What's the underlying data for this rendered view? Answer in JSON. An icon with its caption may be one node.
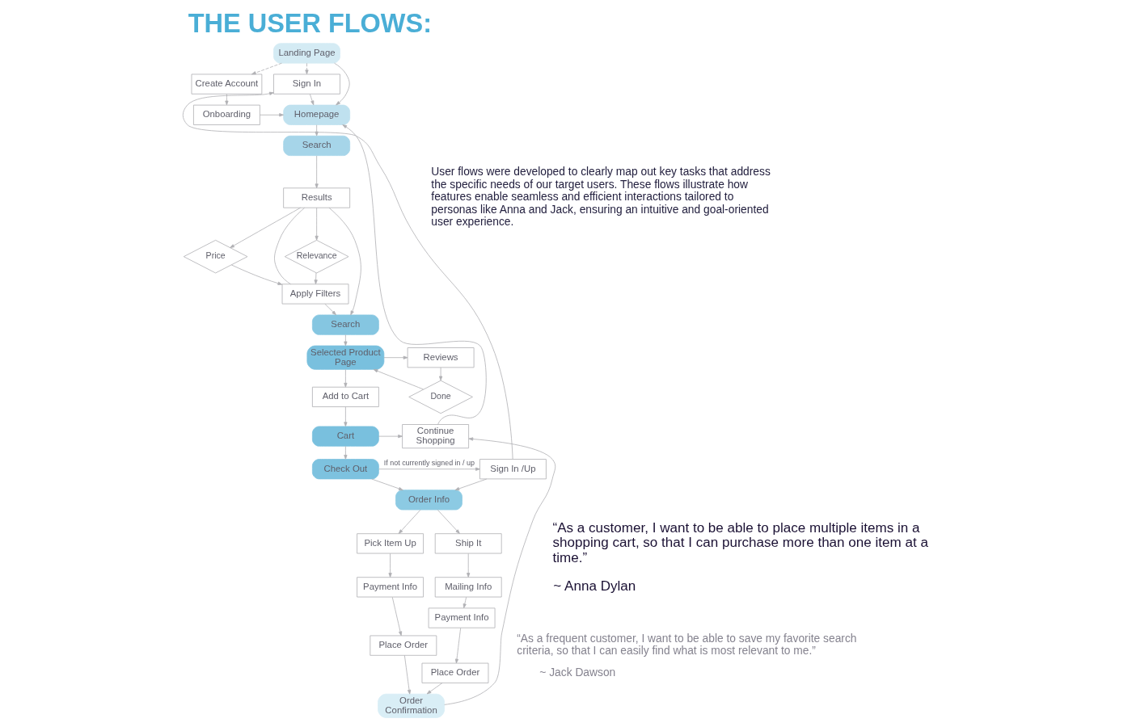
{
  "diagram": {
    "title": "THE USER FLOWS:",
    "nodes": [
      {
        "text": [
          "Sign In"
        ]
      },
      {
        "text": [
          "Landing Page"
        ]
      },
      {
        "text": [
          "Create Account"
        ]
      },
      {
        "text": [
          "Homepage"
        ]
      },
      {
        "text": [
          "Onboarding"
        ]
      },
      {
        "text": [
          "Search"
        ]
      },
      {
        "text": [
          "Price"
        ]
      },
      {
        "text": [
          "Apply Filters"
        ]
      },
      {
        "text": [
          "Results"
        ]
      },
      {
        "text": [
          "Relevance"
        ]
      },
      {
        "text": [
          "Search"
        ]
      },
      {
        "text": [
          "Selected Product Page"
        ]
      },
      {
        "text": [
          "Reviews"
        ]
      },
      {
        "text": [
          "Done"
        ]
      },
      {
        "text": [
          "Add to Cart"
        ]
      },
      {
        "text": [
          "Cart"
        ]
      },
      {
        "text": [
          "Continue Shopping"
        ]
      },
      {
        "text": [
          "Sign In /Up"
        ]
      },
      {
        "text": [
          "Check Out"
        ]
      },
      {
        "text": [
          "Order Info"
        ]
      },
      {
        "text": [
          "Pick Item Up"
        ]
      },
      {
        "text": [
          "Ship It"
        ]
      },
      {
        "text": [
          "Payment Info"
        ]
      },
      {
        "text": [
          "Mailing Info"
        ]
      },
      {
        "text": [
          "Place Order"
        ]
      },
      {
        "text": [
          "Payment Info"
        ]
      },
      {
        "text": [
          "Place Order"
        ]
      },
      {
        "text": [
          "Order Confirmation"
        ]
      }
    ],
    "edges": [
      {
        "from": 1,
        "to": 0,
        "arrow": "to",
        "style": "dashed"
      },
      {
        "from": 1,
        "to": 2,
        "arrow": "to",
        "style": "dashed"
      },
      {
        "from": 0,
        "to": 3,
        "arrow": "to"
      },
      {
        "from": 1,
        "to": 3,
        "arrow": "to"
      },
      {
        "from": 2,
        "to": 4,
        "arrow": "to"
      },
      {
        "from": 4,
        "to": 3,
        "arrow": "to"
      },
      {
        "from": 3,
        "to": 5,
        "arrow": "to"
      },
      {
        "from": 5,
        "to": 8,
        "arrow": "to"
      },
      {
        "from": 8,
        "to": 6,
        "arrow": "to"
      },
      {
        "from": 8,
        "to": 9,
        "arrow": "to"
      },
      {
        "from": 8,
        "to": 7,
        "arrow": "none"
      },
      {
        "from": 6,
        "to": 7,
        "arrow": "to"
      },
      {
        "from": 9,
        "to": 7,
        "arrow": "to"
      },
      {
        "from": 7,
        "to": 10,
        "arrow": "to"
      },
      {
        "from": 8,
        "to": 10,
        "arrow": "to"
      },
      {
        "from": 10,
        "to": 11,
        "arrow": "to"
      },
      {
        "from": 11,
        "to": 12,
        "arrow": "to"
      },
      {
        "from": 12,
        "to": 13,
        "arrow": "to"
      },
      {
        "from": 13,
        "to": 11,
        "arrow": "to"
      },
      {
        "from": 11,
        "to": 14,
        "arrow": "to"
      },
      {
        "from": 14,
        "to": 15,
        "arrow": "to"
      },
      {
        "from": 15,
        "to": 16,
        "arrow": "to"
      },
      {
        "from": 16,
        "to": 3,
        "arrow": "to"
      },
      {
        "from": 15,
        "to": 18,
        "arrow": "to"
      },
      {
        "from": 18,
        "to": 17,
        "arrow": "to",
        "label": "If not currently signed in / up"
      },
      {
        "from": 17,
        "to": 0,
        "arrow": "to"
      },
      {
        "from": 17,
        "to": 19,
        "arrow": "to"
      },
      {
        "from": 18,
        "to": 19,
        "arrow": "to"
      },
      {
        "from": 19,
        "to": 20,
        "arrow": "to"
      },
      {
        "from": 19,
        "to": 21,
        "arrow": "to"
      },
      {
        "from": 20,
        "to": 22,
        "arrow": "to"
      },
      {
        "from": 22,
        "to": 24,
        "arrow": "to"
      },
      {
        "from": 24,
        "to": 27,
        "arrow": "to"
      },
      {
        "from": 21,
        "to": 23,
        "arrow": "to"
      },
      {
        "from": 23,
        "to": 25,
        "arrow": "to"
      },
      {
        "from": 25,
        "to": 26,
        "arrow": "to"
      },
      {
        "from": 26,
        "to": 27,
        "arrow": "to"
      },
      {
        "from": 27,
        "to": 16,
        "arrow": "to"
      }
    ],
    "labels": [
      "User flows were developed to clearly map out key tasks that address the specific needs of our target users. These flows illustrate how features enable seamless and efficient interactions tailored to personas like Anna and Jack, ensuring an intuitive and goal-oriented user experience.",
      "“As a customer, I want to be able to place multiple items in a shopping cart, so that I can purchase more than one item at a time.”",
      "~ Anna Dylan",
      "“As a frequent customer, I want to be able to save my favorite search criteria, so that I can easily find what is most relevant to me.”",
      "~ Jack Dawson"
    ]
  }
}
